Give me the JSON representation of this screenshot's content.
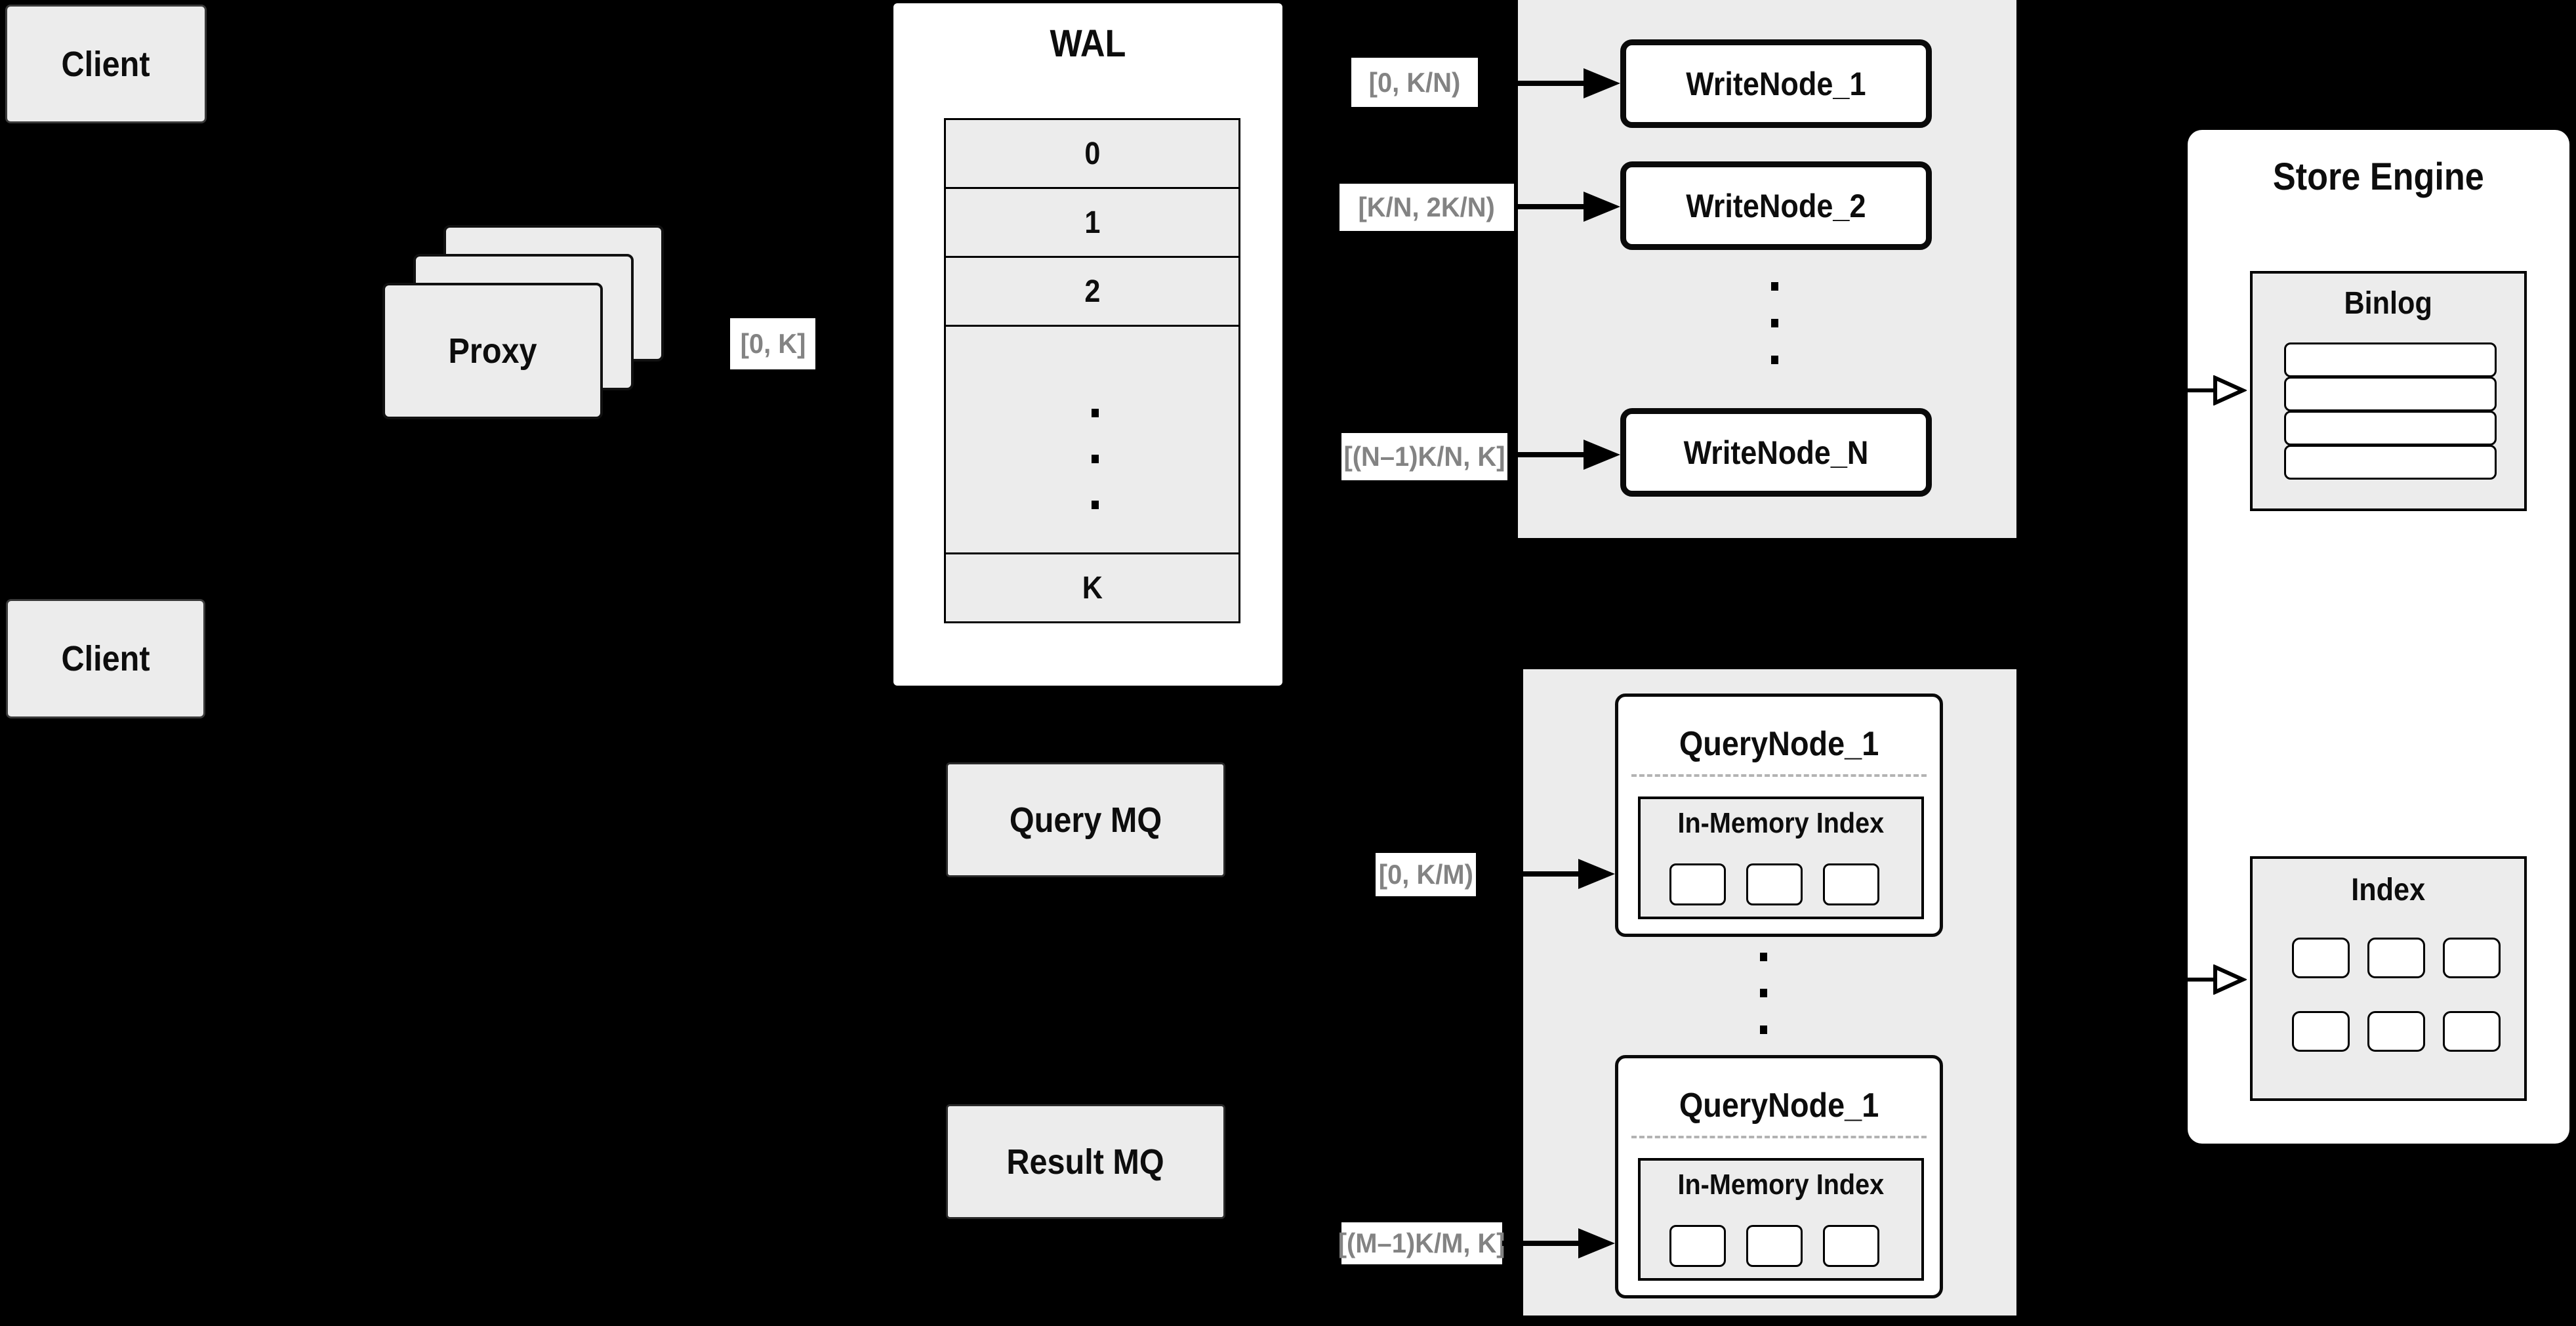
{
  "clients": {
    "top": "Client",
    "bottom": "Client"
  },
  "proxy": {
    "label": "Proxy"
  },
  "edge_labels": {
    "proxy_to_wal": "[0, K]",
    "wal_to_wn1": "[0, K/N)",
    "wal_to_wn2": "[K/N, 2K/N)",
    "wal_to_wnN": "[(N–1)K/N, K]",
    "querymq_to_qn": "[0, K/M)",
    "resultmq_to_qn": "[(M–1)K/M, K]"
  },
  "wal": {
    "title": "WAL",
    "rows": [
      "0",
      "1",
      "2"
    ],
    "last_row": "K"
  },
  "write_nodes": {
    "items": [
      "WriteNode_1",
      "WriteNode_2",
      "WriteNode_N"
    ]
  },
  "store_engine": {
    "title": "Store Engine",
    "binlog_title": "Binlog",
    "index_title": "Index"
  },
  "queues": {
    "query_mq": "Query MQ",
    "result_mq": "Result MQ"
  },
  "query_nodes": {
    "items": [
      {
        "title": "QueryNode_1",
        "inmem_title": "In-Memory Index"
      },
      {
        "title": "QueryNode_1",
        "inmem_title": "In-Memory Index"
      }
    ]
  },
  "colors": {
    "background": "#000000",
    "box_fill": "#ececec",
    "node_fill": "#ffffff",
    "edge_label_text": "#838383",
    "line": "#000000"
  }
}
